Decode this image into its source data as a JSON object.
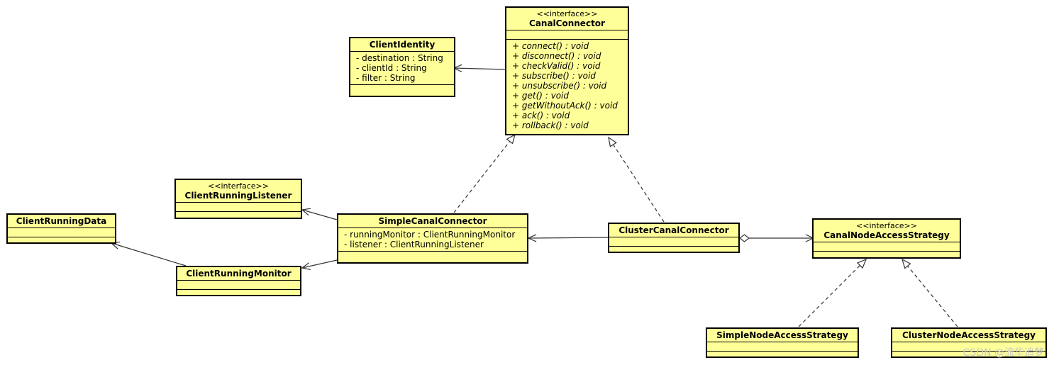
{
  "classes": {
    "canal_connector": {
      "stereotype": "<<interface>>",
      "name": "CanalConnector",
      "attributes": [],
      "operations": [
        "+ connect() : void",
        "+ disconnect() : void",
        "+ checkValid() : void",
        "+ subscribe() : void",
        "+ unsubscribe() : void",
        "+ get() : void",
        "+ getWithoutAck() : void",
        "+ ack() : void",
        "+ rollback() : void"
      ]
    },
    "client_identity": {
      "name": "ClientIdentity",
      "attributes": [
        "- destination : String",
        "- clientId : String",
        "- filter : String"
      ]
    },
    "client_running_listener": {
      "stereotype": "<<interface>>",
      "name": "ClientRunningListener"
    },
    "client_running_data": {
      "name": "ClientRunningData"
    },
    "simple_canal_connector": {
      "name": "SimpleCanalConnector",
      "attributes": [
        "- runningMonitor : ClientRunningMonitor",
        "- listener : ClientRunningListener"
      ]
    },
    "client_running_monitor": {
      "name": "ClientRunningMonitor"
    },
    "cluster_canal_connector": {
      "name": "ClusterCanalConnector"
    },
    "canal_node_access_strategy": {
      "stereotype": "<<interface>>",
      "name": "CanalNodeAccessStrategy"
    },
    "simple_node_access_strategy": {
      "name": "SimpleNodeAccessStrategy"
    },
    "cluster_node_access_strategy": {
      "name": "ClusterNodeAccessStrategy"
    }
  },
  "relations": [
    {
      "kind": "association",
      "from": "canal_connector",
      "to": "client_identity"
    },
    {
      "kind": "realization",
      "from": "simple_canal_connector",
      "to": "canal_connector"
    },
    {
      "kind": "realization",
      "from": "cluster_canal_connector",
      "to": "canal_connector"
    },
    {
      "kind": "association",
      "from": "simple_canal_connector",
      "to": "client_running_listener"
    },
    {
      "kind": "association",
      "from": "simple_canal_connector",
      "to": "client_running_monitor"
    },
    {
      "kind": "association",
      "from": "client_running_monitor",
      "to": "client_running_data"
    },
    {
      "kind": "association",
      "from": "cluster_canal_connector",
      "to": "simple_canal_connector"
    },
    {
      "kind": "aggregation",
      "from": "cluster_canal_connector",
      "to": "canal_node_access_strategy"
    },
    {
      "kind": "realization",
      "from": "simple_node_access_strategy",
      "to": "canal_node_access_strategy"
    },
    {
      "kind": "realization",
      "from": "cluster_node_access_strategy",
      "to": "canal_node_access_strategy"
    }
  ],
  "watermark": "CSDN @流华追梦"
}
